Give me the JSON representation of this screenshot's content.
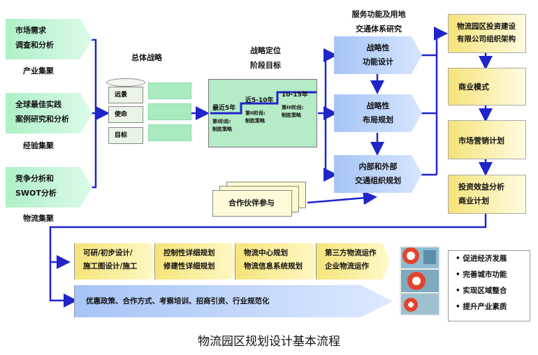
{
  "left_column": [
    {
      "line1": "市场需求",
      "line2": "调查和分析",
      "group": "产业集聚"
    },
    {
      "line1": "全球最佳实践",
      "line2": "案例研究和分析",
      "group": "经验集聚"
    },
    {
      "line1": "竞争分析和",
      "line2": "SWOT分析",
      "group": "物流集聚"
    }
  ],
  "strategy": {
    "title": "总体战略",
    "rows": [
      "远景",
      "使命",
      "目标"
    ]
  },
  "positioning": {
    "title_line1": "战略定位",
    "title_line2": "阶段目标",
    "phases": [
      {
        "period": "最近5年",
        "stage": "第I阶段:",
        "strategy": "制胜策略"
      },
      {
        "period": "近5-10年",
        "stage": "第II阶段:",
        "strategy": "制胜策略"
      },
      {
        "period": "10-15年",
        "stage": "第III阶段:",
        "strategy": "制胜策略"
      }
    ]
  },
  "service": {
    "title_line1": "服务功能及用地",
    "title_line2": "交通体系研究",
    "boxes": [
      {
        "line1": "战略性",
        "line2": "功能设计"
      },
      {
        "line1": "战略性",
        "line2": "布局规划"
      },
      {
        "line1": "内部和外部",
        "line2": "交通组织规划"
      }
    ]
  },
  "partners": "合作伙伴参与",
  "right_column": [
    {
      "line1": "物流园区投资建设",
      "line2": "有限公司组织架构"
    },
    {
      "line1": "商业模式",
      "line2": ""
    },
    {
      "line1": "市场营销计划",
      "line2": ""
    },
    {
      "line1": "投资效益分析",
      "line2": "商业计划"
    }
  ],
  "bottom_steps": [
    {
      "line1": "可研/初步设计/",
      "line2": "施工图设计/施工"
    },
    {
      "line1": "控制性详细规划",
      "line2": "修建性详细规划"
    },
    {
      "line1": "物流中心规划",
      "line2": "物流信息系统规划"
    },
    {
      "line1": "第三方物流运作",
      "line2": "企业物流运作"
    }
  ],
  "policy_bar": "优惠政策、合作方式、考察培训、招商引资、行业规范化",
  "benefits": [
    "促进经济发展",
    "完善城市功能",
    "实现区域整合",
    "提升产业素质"
  ],
  "caption": "物流园区规划设计基本流程"
}
